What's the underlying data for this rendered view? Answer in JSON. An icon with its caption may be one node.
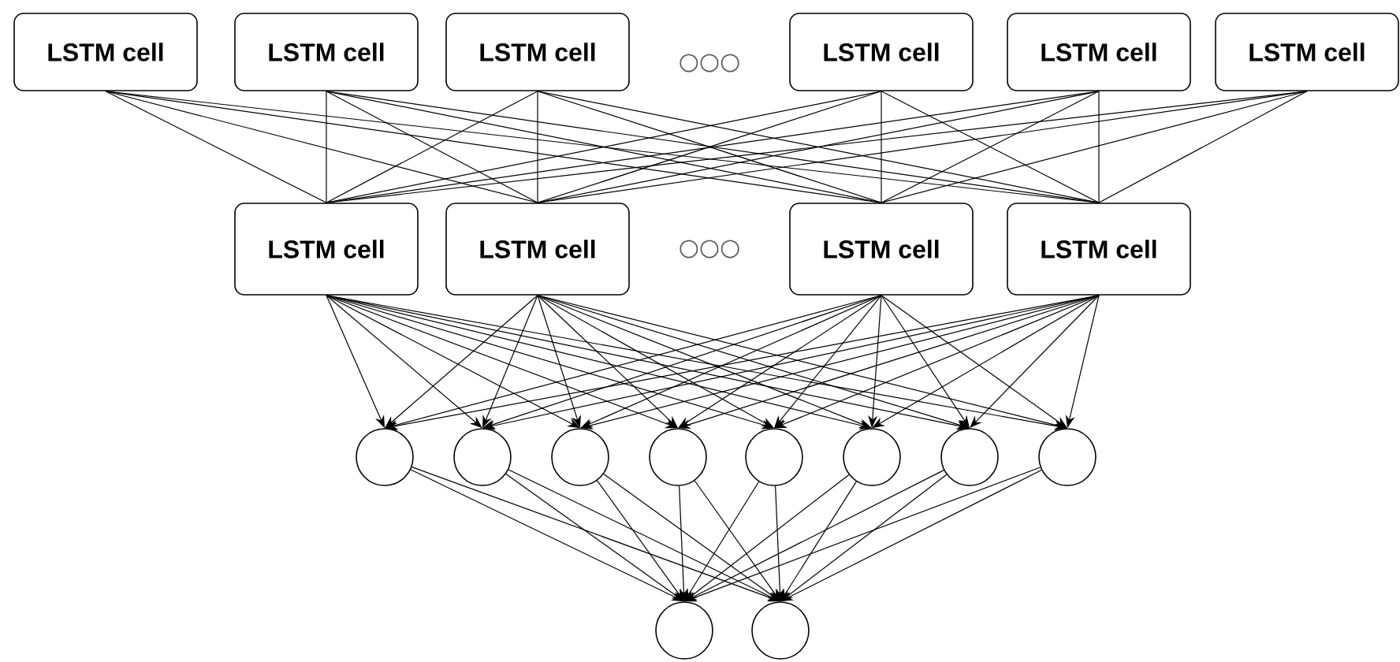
{
  "diagram": {
    "nodes": [
      {
        "text": [
          "LSTM cell"
        ]
      },
      {
        "text": [
          "LSTM cell"
        ]
      },
      {
        "text": [
          "LSTM cell"
        ]
      },
      {
        "text": [
          "LSTM cell"
        ]
      },
      {
        "text": [
          "LSTM cell"
        ]
      },
      {
        "text": [
          "LSTM cell"
        ]
      },
      {
        "text": [
          "LSTM cell"
        ]
      },
      {
        "text": [
          "LSTM cell"
        ]
      },
      {
        "text": [
          "LSTM cell"
        ]
      },
      {
        "text": [
          "LSTM cell"
        ]
      },
      {
        "text": [],
        "shape": "circle"
      },
      {
        "text": [],
        "shape": "circle"
      },
      {
        "text": [],
        "shape": "circle"
      },
      {
        "text": [],
        "shape": "circle"
      },
      {
        "text": [],
        "shape": "circle"
      },
      {
        "text": [],
        "shape": "circle"
      },
      {
        "text": [],
        "shape": "circle"
      },
      {
        "text": [],
        "shape": "circle"
      },
      {
        "text": [],
        "shape": "circle"
      },
      {
        "text": [],
        "shape": "circle"
      }
    ],
    "edges": [
      {
        "from": 0,
        "to": 6,
        "arrow": "none"
      },
      {
        "from": 0,
        "to": 7,
        "arrow": "none"
      },
      {
        "from": 0,
        "to": 8,
        "arrow": "none"
      },
      {
        "from": 0,
        "to": 9,
        "arrow": "none"
      },
      {
        "from": 1,
        "to": 6,
        "arrow": "none"
      },
      {
        "from": 1,
        "to": 7,
        "arrow": "none"
      },
      {
        "from": 1,
        "to": 8,
        "arrow": "none"
      },
      {
        "from": 1,
        "to": 9,
        "arrow": "none"
      },
      {
        "from": 2,
        "to": 6,
        "arrow": "none"
      },
      {
        "from": 2,
        "to": 7,
        "arrow": "none"
      },
      {
        "from": 2,
        "to": 8,
        "arrow": "none"
      },
      {
        "from": 2,
        "to": 9,
        "arrow": "none"
      },
      {
        "from": 3,
        "to": 6,
        "arrow": "none"
      },
      {
        "from": 3,
        "to": 7,
        "arrow": "none"
      },
      {
        "from": 3,
        "to": 8,
        "arrow": "none"
      },
      {
        "from": 3,
        "to": 9,
        "arrow": "none"
      },
      {
        "from": 4,
        "to": 6,
        "arrow": "none"
      },
      {
        "from": 4,
        "to": 7,
        "arrow": "none"
      },
      {
        "from": 4,
        "to": 8,
        "arrow": "none"
      },
      {
        "from": 4,
        "to": 9,
        "arrow": "none"
      },
      {
        "from": 5,
        "to": 6,
        "arrow": "none"
      },
      {
        "from": 5,
        "to": 7,
        "arrow": "none"
      },
      {
        "from": 5,
        "to": 8,
        "arrow": "none"
      },
      {
        "from": 5,
        "to": 9,
        "arrow": "none"
      },
      {
        "from": 6,
        "to": 10,
        "arrow": "to"
      },
      {
        "from": 6,
        "to": 11,
        "arrow": "to"
      },
      {
        "from": 6,
        "to": 12,
        "arrow": "to"
      },
      {
        "from": 6,
        "to": 13,
        "arrow": "to"
      },
      {
        "from": 6,
        "to": 14,
        "arrow": "to"
      },
      {
        "from": 6,
        "to": 15,
        "arrow": "to"
      },
      {
        "from": 6,
        "to": 16,
        "arrow": "to"
      },
      {
        "from": 6,
        "to": 17,
        "arrow": "to"
      },
      {
        "from": 7,
        "to": 10,
        "arrow": "to"
      },
      {
        "from": 7,
        "to": 11,
        "arrow": "to"
      },
      {
        "from": 7,
        "to": 12,
        "arrow": "to"
      },
      {
        "from": 7,
        "to": 13,
        "arrow": "to"
      },
      {
        "from": 7,
        "to": 14,
        "arrow": "to"
      },
      {
        "from": 7,
        "to": 15,
        "arrow": "to"
      },
      {
        "from": 7,
        "to": 16,
        "arrow": "to"
      },
      {
        "from": 7,
        "to": 17,
        "arrow": "to"
      },
      {
        "from": 8,
        "to": 10,
        "arrow": "to"
      },
      {
        "from": 8,
        "to": 11,
        "arrow": "to"
      },
      {
        "from": 8,
        "to": 12,
        "arrow": "to"
      },
      {
        "from": 8,
        "to": 13,
        "arrow": "to"
      },
      {
        "from": 8,
        "to": 14,
        "arrow": "to"
      },
      {
        "from": 8,
        "to": 15,
        "arrow": "to"
      },
      {
        "from": 8,
        "to": 16,
        "arrow": "to"
      },
      {
        "from": 8,
        "to": 17,
        "arrow": "to"
      },
      {
        "from": 9,
        "to": 10,
        "arrow": "to"
      },
      {
        "from": 9,
        "to": 11,
        "arrow": "to"
      },
      {
        "from": 9,
        "to": 12,
        "arrow": "to"
      },
      {
        "from": 9,
        "to": 13,
        "arrow": "to"
      },
      {
        "from": 9,
        "to": 14,
        "arrow": "to"
      },
      {
        "from": 9,
        "to": 15,
        "arrow": "to"
      },
      {
        "from": 9,
        "to": 16,
        "arrow": "to"
      },
      {
        "from": 9,
        "to": 17,
        "arrow": "to"
      },
      {
        "from": 10,
        "to": 18,
        "arrow": "to"
      },
      {
        "from": 10,
        "to": 19,
        "arrow": "to"
      },
      {
        "from": 11,
        "to": 18,
        "arrow": "to"
      },
      {
        "from": 11,
        "to": 19,
        "arrow": "to"
      },
      {
        "from": 12,
        "to": 18,
        "arrow": "to"
      },
      {
        "from": 12,
        "to": 19,
        "arrow": "to"
      },
      {
        "from": 13,
        "to": 18,
        "arrow": "to"
      },
      {
        "from": 13,
        "to": 19,
        "arrow": "to"
      },
      {
        "from": 14,
        "to": 18,
        "arrow": "to"
      },
      {
        "from": 14,
        "to": 19,
        "arrow": "to"
      },
      {
        "from": 15,
        "to": 18,
        "arrow": "to"
      },
      {
        "from": 15,
        "to": 19,
        "arrow": "to"
      },
      {
        "from": 16,
        "to": 18,
        "arrow": "to"
      },
      {
        "from": 16,
        "to": 19,
        "arrow": "to"
      },
      {
        "from": 17,
        "to": 18,
        "arrow": "to"
      },
      {
        "from": 17,
        "to": 19,
        "arrow": "to"
      }
    ],
    "labels": [
      "○○○",
      "○○○"
    ]
  }
}
